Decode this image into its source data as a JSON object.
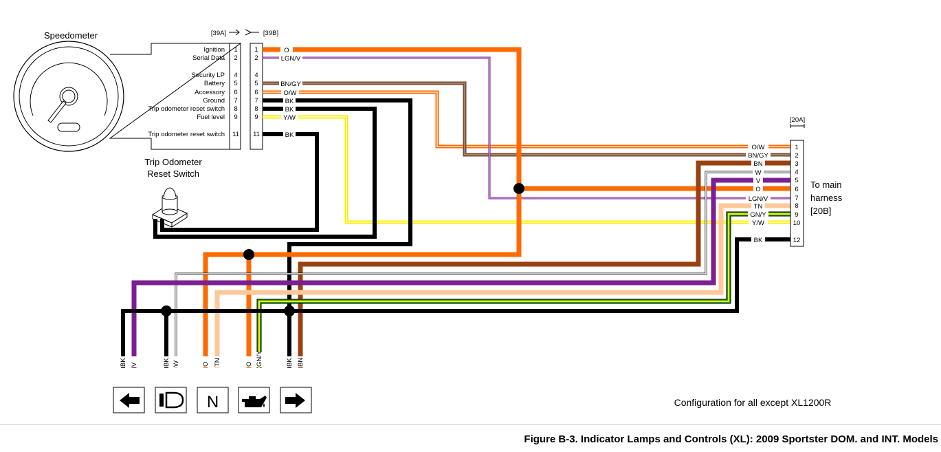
{
  "speedometer": {
    "label": "Speedometer",
    "signals": [
      {
        "name": "Ignition",
        "pin": "1"
      },
      {
        "name": "Serial Data",
        "pin": "2"
      },
      {
        "name": "Security LP",
        "pin": "4"
      },
      {
        "name": "Battery",
        "pin": "5"
      },
      {
        "name": "Accessory",
        "pin": "6"
      },
      {
        "name": "Ground",
        "pin": "7"
      },
      {
        "name": "Trip odometer reset switch",
        "pin": "8"
      },
      {
        "name": "Fuel level",
        "pin": "9"
      },
      {
        "name": "Trip odometer reset switch",
        "pin": "11"
      }
    ]
  },
  "connector_39": {
    "a_label": "[39A]",
    "b_label": "[39B]",
    "pins": [
      {
        "pin": "1",
        "wire": "O"
      },
      {
        "pin": "2",
        "wire": "LGN/V"
      },
      {
        "pin": "4",
        "wire": ""
      },
      {
        "pin": "5",
        "wire": "BN/GY"
      },
      {
        "pin": "6",
        "wire": "O/W"
      },
      {
        "pin": "7",
        "wire": "BK"
      },
      {
        "pin": "8",
        "wire": "BK"
      },
      {
        "pin": "9",
        "wire": "Y/W"
      },
      {
        "pin": "11",
        "wire": "BK"
      }
    ]
  },
  "trip_switch": {
    "line1": "Trip Odometer",
    "line2": "Reset Switch"
  },
  "connector_20": {
    "label": "[20A]",
    "pins": [
      {
        "pin": "1",
        "wire": "O/W"
      },
      {
        "pin": "2",
        "wire": "BN/GY"
      },
      {
        "pin": "3",
        "wire": "BN"
      },
      {
        "pin": "4",
        "wire": "W"
      },
      {
        "pin": "5",
        "wire": "V"
      },
      {
        "pin": "6",
        "wire": "O"
      },
      {
        "pin": "7",
        "wire": "LGN/V"
      },
      {
        "pin": "8",
        "wire": "TN"
      },
      {
        "pin": "9",
        "wire": "GN/Y"
      },
      {
        "pin": "10",
        "wire": "Y/W"
      },
      {
        "pin": "12",
        "wire": "BK"
      }
    ]
  },
  "harness": {
    "line1": "To main",
    "line2": "harness",
    "line3": "[20B]"
  },
  "lamp_wires": [
    {
      "label": "BK"
    },
    {
      "label": "V"
    },
    {
      "label": "BK"
    },
    {
      "label": "W"
    },
    {
      "label": "O"
    },
    {
      "label": "TN"
    },
    {
      "label": "O"
    },
    {
      "label": "GN/Y"
    },
    {
      "label": "BK"
    },
    {
      "label": "BN"
    }
  ],
  "lamps": [
    {
      "icon": "left-turn-arrow-icon"
    },
    {
      "icon": "high-beam-icon"
    },
    {
      "icon": "neutral-icon",
      "symbol": "N"
    },
    {
      "icon": "oil-pressure-icon"
    },
    {
      "icon": "right-turn-arrow-icon"
    }
  ],
  "configuration_note": "Configuration for all except XL1200R",
  "figure_caption": "Figure B-3. Indicator Lamps and Controls (XL): 2009 Sportster DOM. and INT. Models",
  "colors": {
    "orange": "#ff6a00",
    "purple": "#7b1f91",
    "brown": "#9a4112",
    "tan": "#ffc89a",
    "yellow": "#ffee00",
    "green": "#2e9e1e",
    "black": "#000000",
    "white": "#ffffff",
    "greybrown": "#8a6a55"
  }
}
